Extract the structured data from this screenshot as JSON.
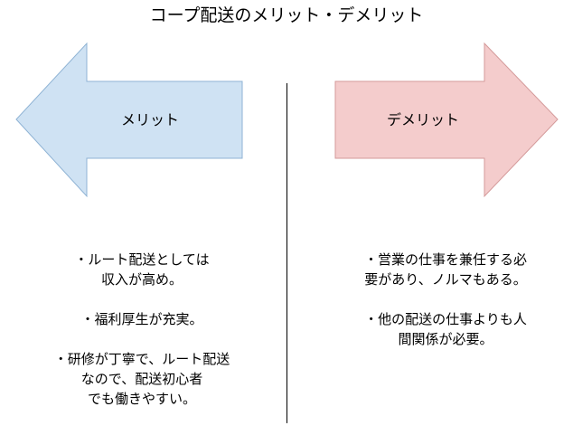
{
  "title": "コープ配送のメリット・デメリット",
  "left_arrow": {
    "label": "メリット",
    "fill": "#cfe2f3",
    "stroke": "#8fb3d4"
  },
  "right_arrow": {
    "label": "デメリット",
    "fill": "#f4cccc",
    "stroke": "#d49a9a"
  },
  "merits": [
    "・ルート配送としては\n収入が高め。",
    "・福利厚生が充実。",
    "・研修が丁寧で、ルート配送\nなので、配送初心者\nでも働きやすい。"
  ],
  "demerits": [
    "・営業の仕事を兼任する必\n要があり、ノルマもある。",
    "・他の配送の仕事よりも人\n間関係が必要。"
  ]
}
